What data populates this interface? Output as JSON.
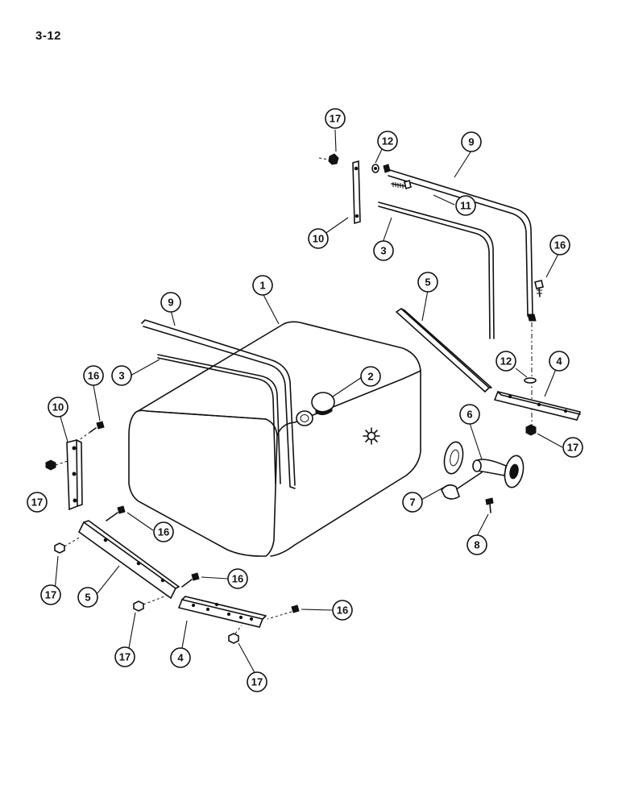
{
  "page": {
    "number": "3-12"
  },
  "callouts": {
    "tank": "1",
    "filler_cap": "2",
    "strap_inner_top": "3",
    "strap_inner_left": "3",
    "bracket_support_right": "4",
    "bracket_support_bottom": "4",
    "support_bar_right": "5",
    "support_bar_left": "5",
    "sender_unit": "6",
    "gasket": "7",
    "screw": "8",
    "strap_outer_top": "9",
    "strap_outer_left": "9",
    "bracket_top": "10",
    "bracket_left": "10",
    "bolt": "11",
    "washer_top": "12",
    "washer_right": "12",
    "bolt_right_strap": "16",
    "bolt_left_bracket": "16",
    "bolt_left_bar": "16",
    "bolt_mid_bar": "16",
    "bolt_bottom_bracket": "16",
    "nut_top": "17",
    "nut_right": "17",
    "nut_left_bracket": "17",
    "nut_left_bar": "17",
    "nut_mid_bar": "17",
    "nut_bottom_bracket": "17"
  },
  "colors": {
    "ink": "#111111",
    "paper": "#ffffff"
  }
}
